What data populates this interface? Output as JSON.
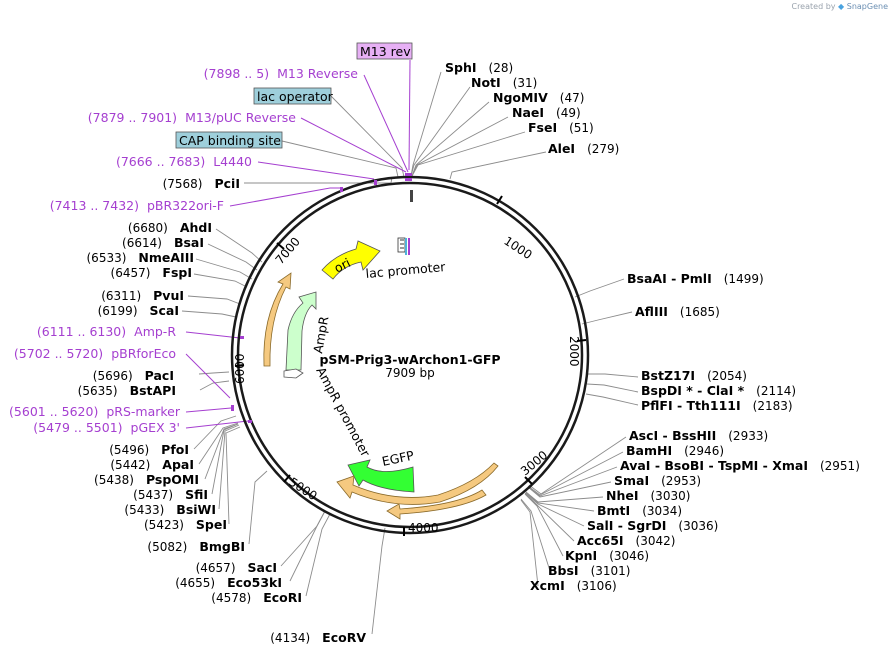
{
  "watermark": {
    "prefix": "Created by",
    "brand": "SnapGene",
    "logo_icon": "snapgene-logo-icon"
  },
  "plasmid": {
    "name": "pSM-Prig3-wArchon1-GFP",
    "length_label": "7909 bp",
    "length": 7909
  },
  "ticks": [
    "1000",
    "2000",
    "3000",
    "4000",
    "5000",
    "6000",
    "7000"
  ],
  "features": {
    "ori": "ori",
    "lac_promoter": "lac promoter",
    "ampr": "AmpR",
    "ampr_promoter": "AmpR promoter",
    "egfp": "EGFP"
  },
  "boxed_features": [
    {
      "label": "M13 rev",
      "color": "#e7b0f5"
    },
    {
      "label": "lac operator",
      "color": "#9ecfdb"
    },
    {
      "label": "CAP binding site",
      "color": "#9ecfdb"
    }
  ],
  "primers": [
    {
      "range": "(7898 .. 5)",
      "name": "M13 Reverse"
    },
    {
      "range": "(7879 .. 7901)",
      "name": "M13/pUC Reverse"
    },
    {
      "range": "(7666 .. 7683)",
      "name": "L4440"
    },
    {
      "range": "(7413 .. 7432)",
      "name": "pBR322ori-F"
    },
    {
      "range": "(6111 .. 6130)",
      "name": "Amp-R"
    },
    {
      "range": "(5702 .. 5720)",
      "name": "pBRforEco"
    },
    {
      "range": "(5601 .. 5620)",
      "name": "pRS-marker"
    },
    {
      "range": "(5479 .. 5501)",
      "name": "pGEX 3'"
    }
  ],
  "right_sites": [
    {
      "name": "SphI",
      "pos": "(28)"
    },
    {
      "name": "NotI",
      "pos": "(31)"
    },
    {
      "name": "NgoMIV",
      "pos": "(47)"
    },
    {
      "name": "NaeI",
      "pos": "(49)"
    },
    {
      "name": "FseI",
      "pos": "(51)"
    },
    {
      "name": "AleI",
      "pos": "(279)"
    },
    {
      "name": "BsaAI - PmlI",
      "pos": "(1499)"
    },
    {
      "name": "AflIII",
      "pos": "(1685)"
    },
    {
      "name": "BstZ17I",
      "pos": "(2054)"
    },
    {
      "name": "BspDI * - ClaI *",
      "pos": "(2114)"
    },
    {
      "name": "PflFI - Tth111I",
      "pos": "(2183)"
    },
    {
      "name": "AscI - BssHII",
      "pos": "(2933)"
    },
    {
      "name": "BamHI",
      "pos": "(2946)"
    },
    {
      "name": "AvaI - BsoBI - TspMI - XmaI",
      "pos": "(2951)"
    },
    {
      "name": "SmaI",
      "pos": "(2953)"
    },
    {
      "name": "NheI",
      "pos": "(3030)"
    },
    {
      "name": "BmtI",
      "pos": "(3034)"
    },
    {
      "name": "SalI - SgrDI",
      "pos": "(3036)"
    },
    {
      "name": "Acc65I",
      "pos": "(3042)"
    },
    {
      "name": "KpnI",
      "pos": "(3046)"
    },
    {
      "name": "BbsI",
      "pos": "(3101)"
    },
    {
      "name": "XcmI",
      "pos": "(3106)"
    }
  ],
  "left_sites": [
    {
      "name": "PciI",
      "pos": "(7568)"
    },
    {
      "name": "AhdI",
      "pos": "(6680)"
    },
    {
      "name": "BsaI",
      "pos": "(6614)"
    },
    {
      "name": "NmeAIII",
      "pos": "(6533)"
    },
    {
      "name": "FspI",
      "pos": "(6457)"
    },
    {
      "name": "PvuI",
      "pos": "(6311)"
    },
    {
      "name": "ScaI",
      "pos": "(6199)"
    },
    {
      "name": "PacI",
      "pos": "(5696)"
    },
    {
      "name": "BstAPI",
      "pos": "(5635)"
    },
    {
      "name": "PfoI",
      "pos": "(5496)"
    },
    {
      "name": "ApaI",
      "pos": "(5442)"
    },
    {
      "name": "PspOMI",
      "pos": "(5438)"
    },
    {
      "name": "SfiI",
      "pos": "(5437)"
    },
    {
      "name": "BsiWI",
      "pos": "(5433)"
    },
    {
      "name": "SpeI",
      "pos": "(5423)"
    },
    {
      "name": "BmgBI",
      "pos": "(5082)"
    },
    {
      "name": "SacI",
      "pos": "(4657)"
    },
    {
      "name": "Eco53kI",
      "pos": "(4655)"
    },
    {
      "name": "EcoRI",
      "pos": "(4578)"
    },
    {
      "name": "EcoRV",
      "pos": "(4134)"
    }
  ],
  "colors": {
    "ori": "#ffff00",
    "ampr": "#ccffcc",
    "egfp": "#33ff33",
    "orf": "#f5c980",
    "primer": "#a53fd0",
    "backbone": "#1a1a1a"
  }
}
